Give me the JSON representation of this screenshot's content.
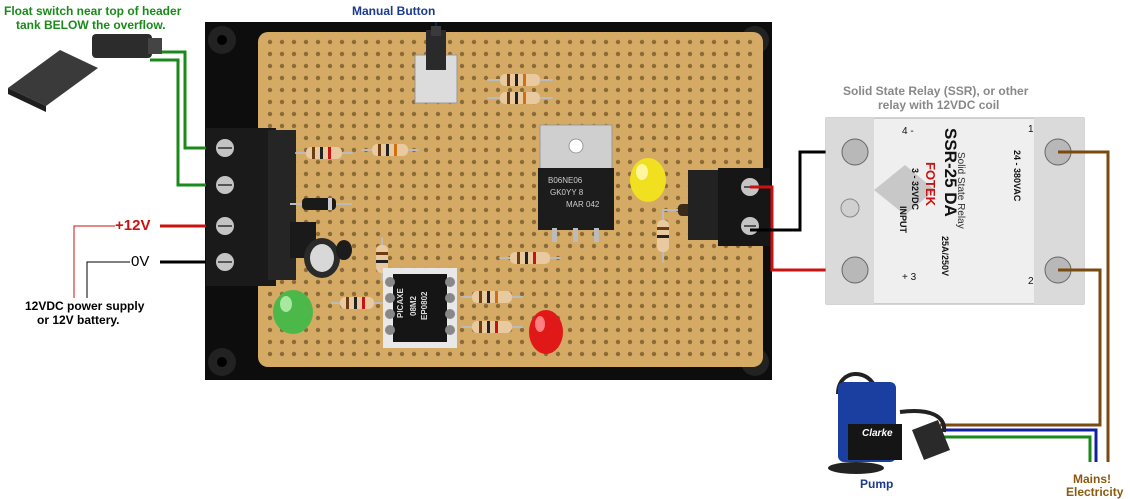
{
  "labels": {
    "float_switch_line1": "Float switch near top of header",
    "float_switch_line2": "tank BELOW the overflow.",
    "manual_button": "Manual Button",
    "ssr_line1": "Solid State Relay (SSR), or other",
    "ssr_line2": "relay with 12VDC coil",
    "plus12v": "+12V",
    "zero_v": "0V",
    "power_line1": "12VDC power supply",
    "power_line2": "or 12V battery.",
    "pump": "Pump",
    "mains_line1": "Mains!",
    "mains_line2": "Electricity"
  },
  "components": {
    "picaxe_chip": "PICAXE",
    "picaxe_sub1": "08M2",
    "picaxe_sub2": "EP0802",
    "mosfet_line1": "B06NE06",
    "mosfet_line2": "GK0YY 8",
    "mosfet_line3": "MAR  042",
    "ssr_brand": "FOTEK",
    "ssr_model": "SSR-25 DA",
    "ssr_type": "Solid State Relay",
    "ssr_rating": "25A/250V",
    "ssr_ac": "24 - 380VAC",
    "ssr_dc": "3 - 32VDC",
    "ssr_input": "INPUT",
    "ssr_t1": "1",
    "ssr_t2": "2",
    "ssr_t3": "+ 3",
    "ssr_t4": "4 -",
    "pump_brand": "Clarke"
  },
  "colors": {
    "green_wire": "#1a8a1a",
    "red_wire": "#cc1111",
    "black_wire": "#000000",
    "brown_wire": "#7a4a10",
    "blue_wire": "#1020a0",
    "float_label": "#1a8a1a",
    "manual_label": "#1a3a8a",
    "ssr_label": "#888888",
    "mains_label": "#8a5a10",
    "pump_label": "#1a3a8a"
  }
}
